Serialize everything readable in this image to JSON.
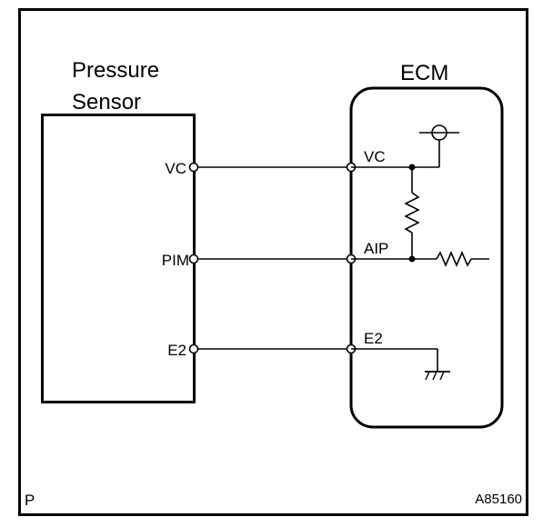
{
  "sensor": {
    "title_line1": "Pressure",
    "title_line2": "Sensor",
    "pins": [
      "VC",
      "PIM",
      "E2"
    ]
  },
  "ecm": {
    "title": "ECM",
    "pins": [
      "VC",
      "AIP",
      "E2"
    ]
  },
  "footer": {
    "left_mark": "P",
    "figure_code": "A85160"
  }
}
